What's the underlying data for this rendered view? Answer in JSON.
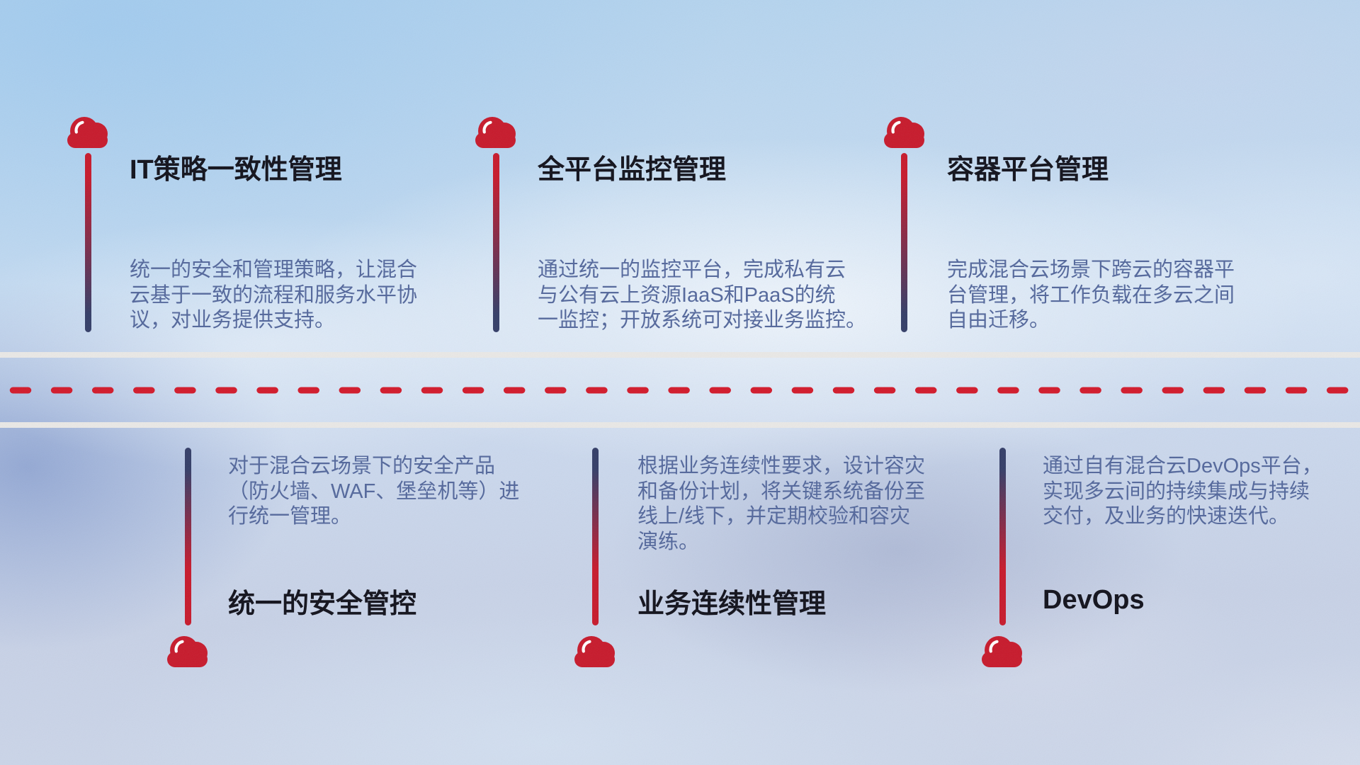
{
  "theme": {
    "red": "#c71a2c",
    "dash-red": "#d21a2b",
    "navy": "#343e68",
    "title-color": "#12121c",
    "desc-color": "#54689c",
    "road-white": "#e9e8e6",
    "background-base": "#c2d4ea"
  },
  "milestones": [
    {
      "id": "it-policy",
      "row": "top",
      "icon": "cloud-icon",
      "title": "IT策略一致性管理",
      "desc": "统一的安全和管理策略，让混合\n云基于一致的流程和服务水平协\n议，对业务提供支持。"
    },
    {
      "id": "platform-monitoring",
      "row": "top",
      "icon": "cloud-icon",
      "title": "全平台监控管理",
      "desc": "通过统一的监控平台，完成私有云\n与公有云上资源IaaS和PaaS的统\n一监控；开放系统可对接业务监控。"
    },
    {
      "id": "container-platform",
      "row": "top",
      "icon": "cloud-icon",
      "title": "容器平台管理",
      "desc": "完成混合云场景下跨云的容器平\n台管理，将工作负载在多云之间\n自由迁移。"
    },
    {
      "id": "unified-security",
      "row": "bottom",
      "icon": "cloud-icon",
      "title": "统一的安全管控",
      "desc": "对于混合云场景下的安全产品\n（防火墙、WAF、堡垒机等）进\n行统一管理。"
    },
    {
      "id": "business-continuity",
      "row": "bottom",
      "icon": "cloud-icon",
      "title": "业务连续性管理",
      "desc": "根据业务连续性要求，设计容灾\n和备份计划，将关键系统备份至\n线上/线下，并定期校验和容灾\n演练。"
    },
    {
      "id": "devops",
      "row": "bottom",
      "icon": "cloud-icon",
      "title": "DevOps",
      "desc": "通过自有混合云DevOps平台，\n实现多云间的持续集成与持续\n交付，及业务的快速迭代。"
    }
  ]
}
